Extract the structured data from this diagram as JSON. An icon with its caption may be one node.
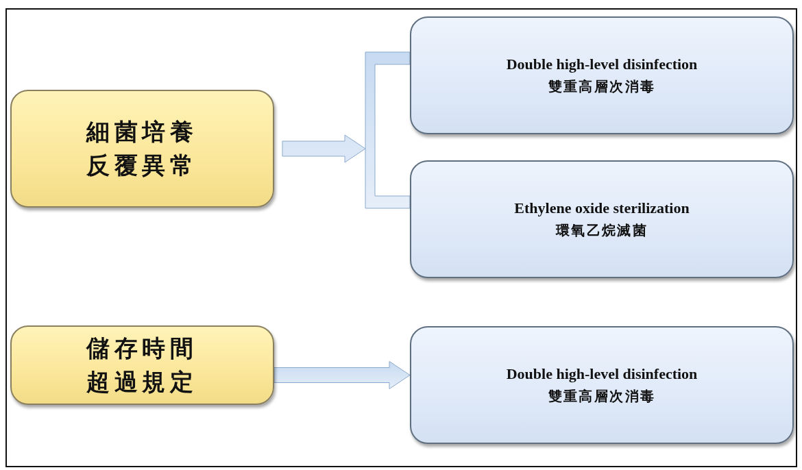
{
  "diagram": {
    "nodes": [
      {
        "text": [
          "細菌培養反覆異常"
        ]
      },
      {
        "text": [
          "Double high-level disinfection",
          "雙重高層次消毒"
        ]
      },
      {
        "text": [
          "Ethylene oxide sterilization",
          "環氧乙烷滅菌"
        ]
      },
      {
        "text": [
          "儲存時間超過規定"
        ]
      },
      {
        "text": [
          "Double high-level disinfection",
          "雙重高層次消毒"
        ]
      }
    ],
    "edges": [
      {
        "from": 0,
        "to": 1,
        "arrow": "to"
      },
      {
        "from": 0,
        "to": 2,
        "arrow": "to"
      },
      {
        "from": 3,
        "to": 4,
        "arrow": "to"
      }
    ]
  }
}
